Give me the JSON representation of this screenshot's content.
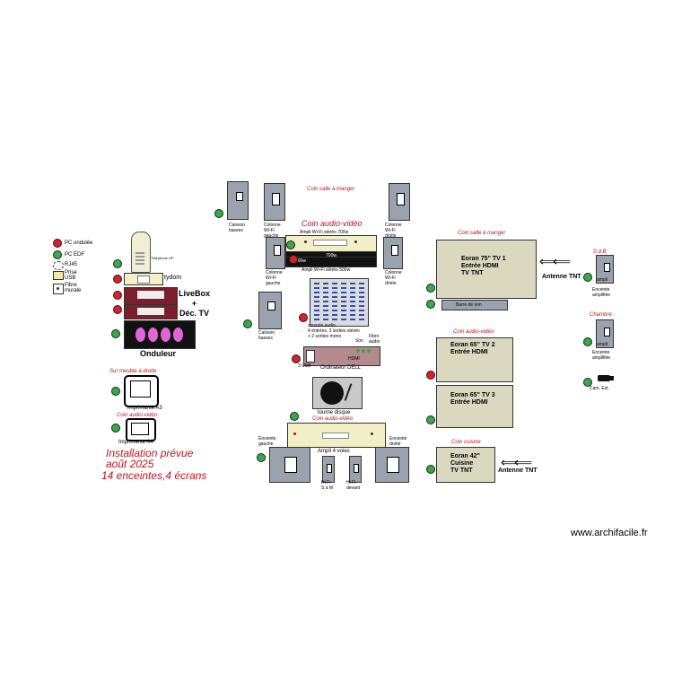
{
  "legend": {
    "items": [
      {
        "label": "PC ondulée"
      },
      {
        "label": "PC EDF"
      },
      {
        "label": "RJ45"
      },
      {
        "label": "Prise USB"
      },
      {
        "label": "Fibre murale"
      }
    ]
  },
  "left": {
    "phone_label": "Téléphone HP",
    "tydom_label": "tydom",
    "livebox_label": "LiveBox\n+\nDéc. TV",
    "onduleur_label": "Onduleur",
    "printer_a3_section": "Sur meuble à droite",
    "printer_a3_label": "Imprimante A3",
    "printer_a4_section": "Coin audio-vidéo",
    "printer_a4_label": "Imprimante A4",
    "install_note_line1": "Installation prévue",
    "install_note_line2": "août 2025",
    "install_note_line3": "14 enceintes,4 écrans"
  },
  "center": {
    "coin_salle_label": "Coin salle à manger",
    "caisson_top_label": "Caisson basses",
    "colonne_g_top_label": "Colonne Wi-Fi gauche",
    "colonne_d_top_label": "Colonne Wi-Fi droite",
    "coin_audio_label": "Coin audio-vidéo",
    "ampli_700_label": "Ampli Wi-Fi stéréo 700w",
    "ampli_700_w": "700w",
    "ampli_500_label": "Ampli Wi-Fi stéréo 500w",
    "ampli_500_w": "500w",
    "colonne_g2_label": "Colonne Wi-Fi gauche",
    "colonne_d2_label": "Colonne Wi-Fi droite",
    "caisson_mid_label": "Caisson basses",
    "console_label": "console audio\n4 entrées, 3 sorties stéréo\n+ 2 sorties mono",
    "son_label": "Son",
    "fibre_audio_label": "Fibre audio",
    "usb_label": "3 USB",
    "hdmi_label": "HDMI",
    "dell_label": "Ordinateur DELL",
    "turntable_label": "tourne disque",
    "coin_audio2_label": "Coin audio-vidéo",
    "enceinte_g_label": "Enceinte gauche",
    "enceinte_d_label": "Enceinte droite",
    "ampli4_label": "Ampli 4 voies",
    "hifi_sm_label": "Hi Fi\nS à M",
    "hifi_dev_label": "Hi Fi\ndevant"
  },
  "right": {
    "coin_salle_label": "Coin salle à manger",
    "tv75_text": "Eoran 75\" TV 1\nEntrée HDMI\nTV TNT",
    "barre_label": "Barre de son",
    "antenne1_label": "Antenne TNT",
    "coin_audio_label": "Coin audio-vidéo",
    "tv65_2_text": "Eoran 65\" TV 2\nEntrée HDMI",
    "tv65_3_text": "Eoran 65\" TV 3\nEntrée HDMI",
    "coin_cuisine_label": "Coin cuisine",
    "tv42_text": "Eoran 42\"\nCuisine\nTV TNT",
    "antenne2_label": "Antenne TNT",
    "sdb_label": "S.d.B",
    "sdb_speaker_label": "Enceinte amplifiée",
    "chambre_label": "Chambre",
    "chambre_speaker_label": "Enceinte amplifiée",
    "camera_label": "Cam. Ext.",
    "ampli_text": "ampli"
  },
  "watermark": "www.archifacile.fr",
  "colors": {
    "accent_red": "#c0141c",
    "outlet_green": "#3aa84a",
    "outlet_red": "#d9202a",
    "tv_fill": "#dad8bf",
    "speaker_grey": "#9aa3ad",
    "box_maroon": "#7a1f2b"
  }
}
